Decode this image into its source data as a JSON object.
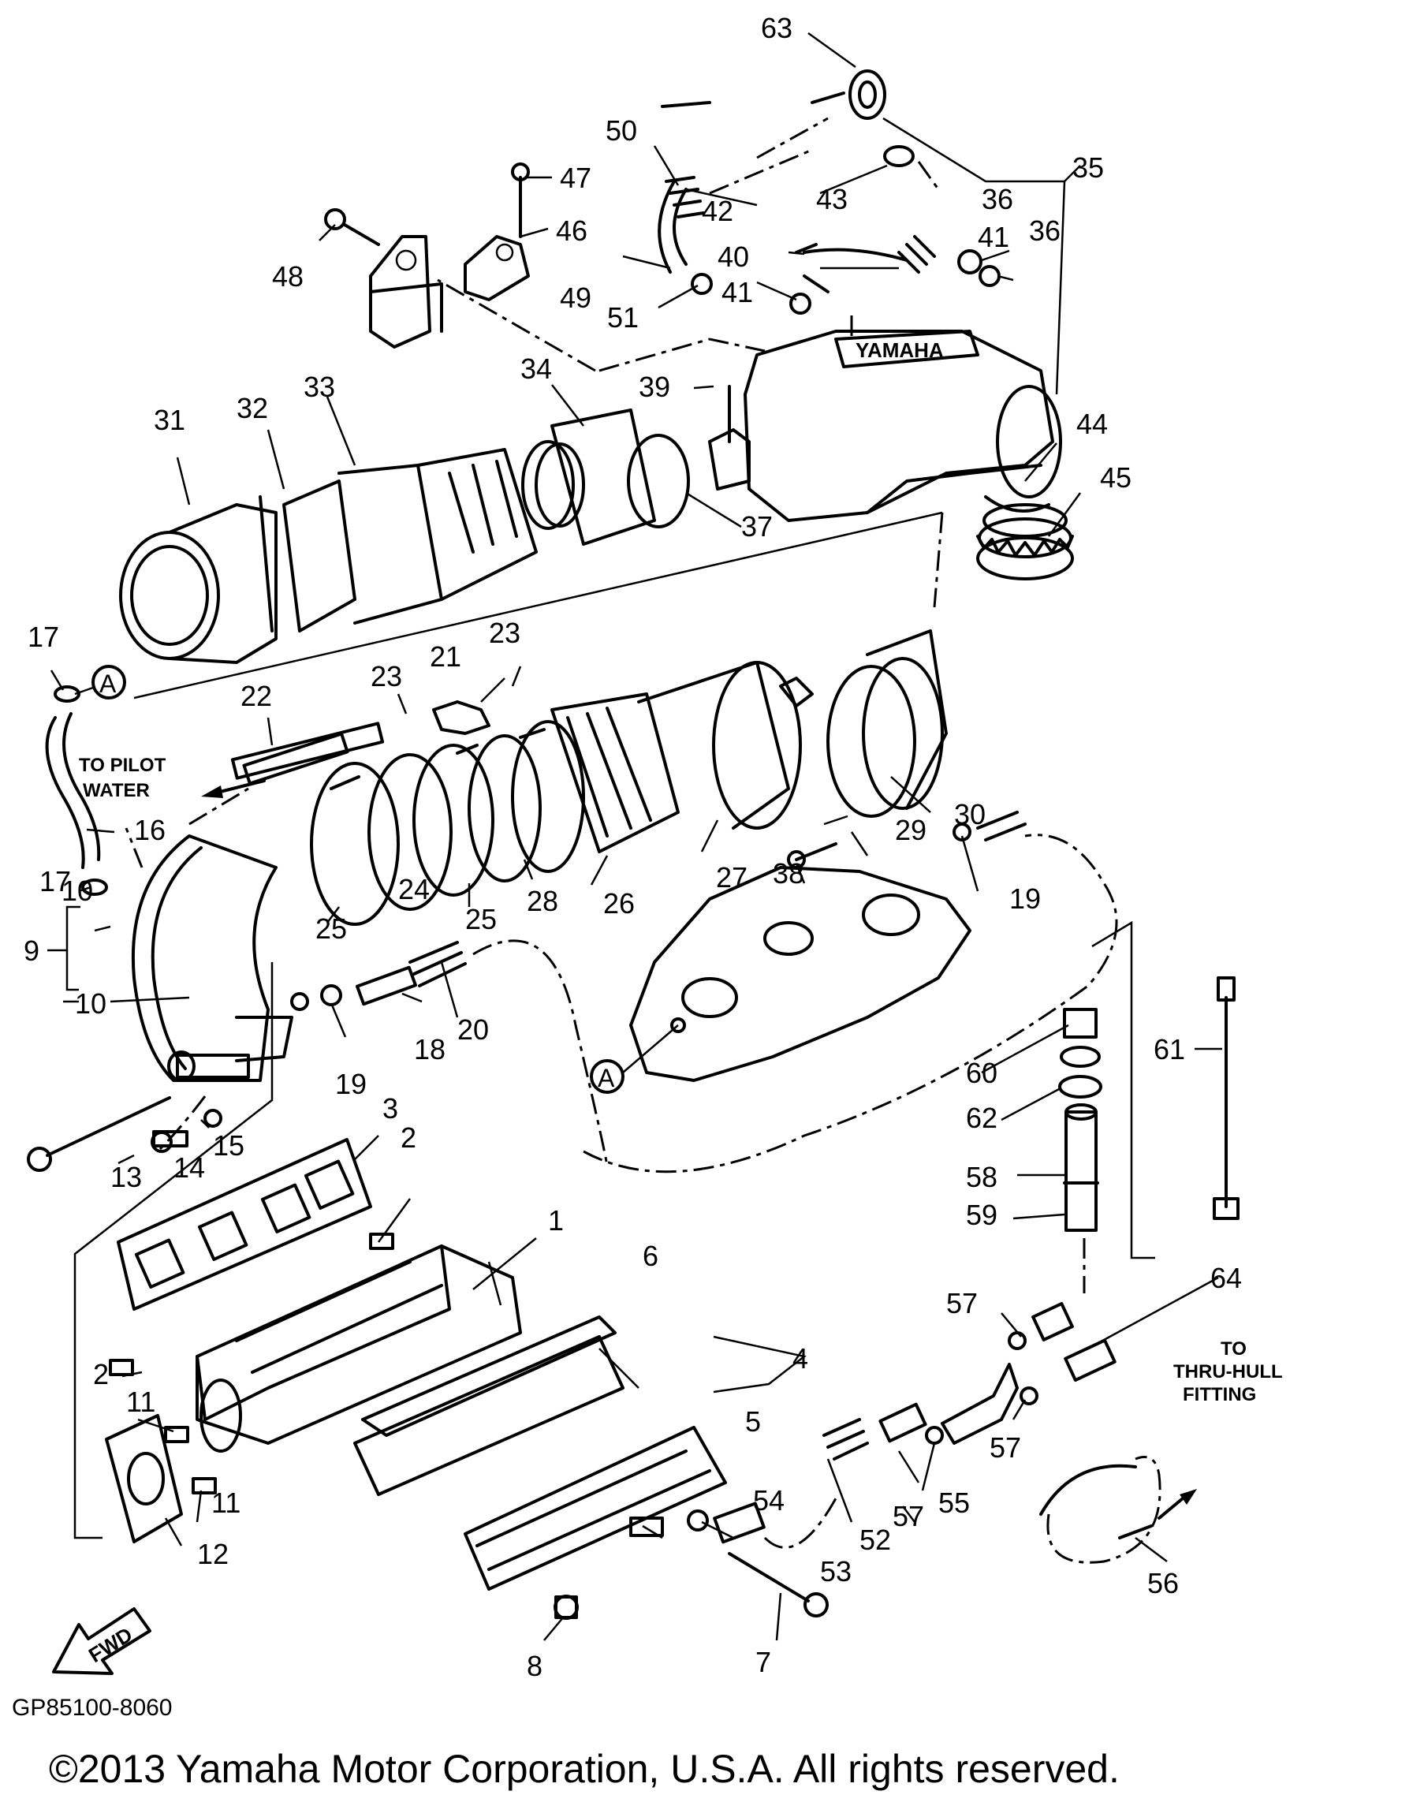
{
  "diagram_code": "GP85100-8060",
  "copyright": "©2013 Yamaha Motor Corporation, U.S.A. All rights reserved.",
  "notes": {
    "to_pilot_water_1": "TO PILOT",
    "to_pilot_water_2": "WATER",
    "thru_hull_1": "TO",
    "thru_hull_2": "THRU-HULL",
    "thru_hull_3": "FITTING",
    "fwd": "FWD",
    "brand": "YAMAHA",
    "ref_a": "A"
  },
  "callouts": {
    "p1": "1",
    "p2a": "2",
    "p2b": "2",
    "p3": "3",
    "p4": "4",
    "p5": "5",
    "p6": "6",
    "p7": "7",
    "p8": "8",
    "p9": "9",
    "p10a": "10",
    "p10b": "10",
    "p11a": "11",
    "p11b": "11",
    "p12": "12",
    "p13": "13",
    "p14": "14",
    "p15": "15",
    "p16": "16",
    "p17a": "17",
    "p17b": "17",
    "p18": "18",
    "p19a": "19",
    "p19b": "19",
    "p20": "20",
    "p21": "21",
    "p22": "22",
    "p23a": "23",
    "p23b": "23",
    "p24": "24",
    "p25a": "25",
    "p25b": "25",
    "p26": "26",
    "p27": "27",
    "p28": "28",
    "p29": "29",
    "p30": "30",
    "p31": "31",
    "p32": "32",
    "p33": "33",
    "p34": "34",
    "p35": "35",
    "p36a": "36",
    "p36b": "36",
    "p37": "37",
    "p38": "38",
    "p39": "39",
    "p40": "40",
    "p41a": "41",
    "p41b": "41",
    "p42": "42",
    "p43": "43",
    "p44": "44",
    "p45": "45",
    "p46": "46",
    "p47": "47",
    "p48": "48",
    "p49": "49",
    "p50": "50",
    "p51": "51",
    "p52": "52",
    "p53": "53",
    "p54": "54",
    "p55": "55",
    "p56": "56",
    "p57a": "57",
    "p57b": "57",
    "p57c": "57",
    "p58": "58",
    "p59": "59",
    "p60": "60",
    "p61": "61",
    "p62": "62",
    "p63": "63",
    "p64": "64"
  }
}
